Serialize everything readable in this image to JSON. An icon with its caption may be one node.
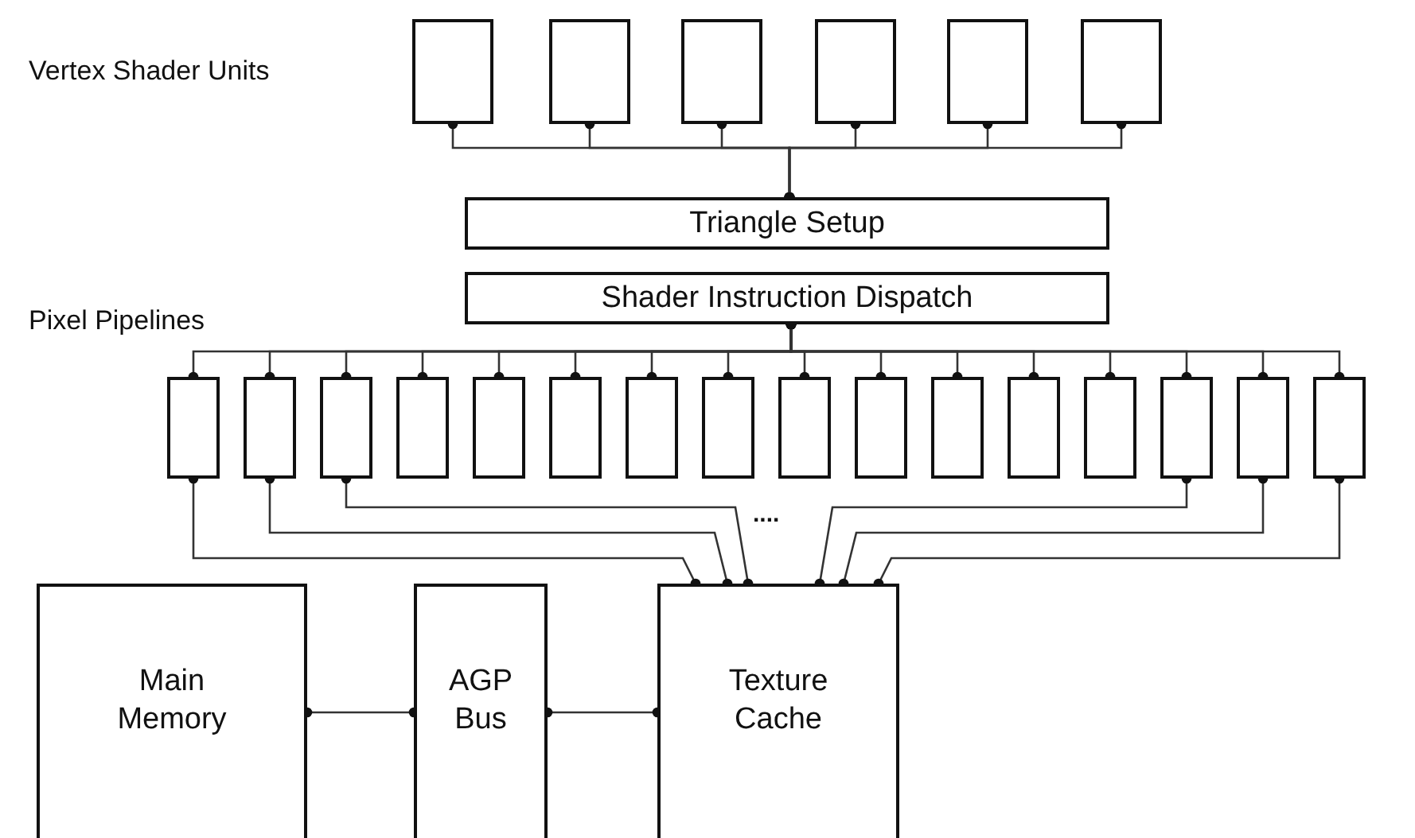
{
  "diagram": {
    "nodes": [
      {
        "text": [],
        "shape": "box"
      },
      {
        "text": [],
        "shape": "box"
      },
      {
        "text": [],
        "shape": "box"
      },
      {
        "text": [],
        "shape": "box"
      },
      {
        "text": [],
        "shape": "box"
      },
      {
        "text": [],
        "shape": "box"
      },
      {
        "text": [
          "Triangle Setup"
        ]
      },
      {
        "text": [
          "Shader Instruction Dispatch"
        ]
      },
      {
        "text": [],
        "shape": "box"
      },
      {
        "text": [],
        "shape": "box"
      },
      {
        "text": [],
        "shape": "box"
      },
      {
        "text": [],
        "shape": "box"
      },
      {
        "text": [],
        "shape": "box"
      },
      {
        "text": [],
        "shape": "box"
      },
      {
        "text": [],
        "shape": "box"
      },
      {
        "text": [],
        "shape": "box"
      },
      {
        "text": [],
        "shape": "box"
      },
      {
        "text": [],
        "shape": "box"
      },
      {
        "text": [],
        "shape": "box"
      },
      {
        "text": [],
        "shape": "box"
      },
      {
        "text": [],
        "shape": "box"
      },
      {
        "text": [],
        "shape": "box"
      },
      {
        "text": [],
        "shape": "box"
      },
      {
        "text": [],
        "shape": "box"
      },
      {
        "text": [
          "Main Memory"
        ]
      },
      {
        "text": [
          "AGP Bus"
        ]
      },
      {
        "text": [
          "Texture Cache"
        ]
      }
    ],
    "edges": [
      {
        "from": 0,
        "to": 6,
        "arrow": "other"
      },
      {
        "from": 1,
        "to": 6,
        "arrow": "other"
      },
      {
        "from": 2,
        "to": 6,
        "arrow": "other"
      },
      {
        "from": 3,
        "to": 6,
        "arrow": "other"
      },
      {
        "from": 4,
        "to": 6,
        "arrow": "other"
      },
      {
        "from": 5,
        "to": 6,
        "arrow": "other"
      },
      {
        "from": 7,
        "to": 8,
        "arrow": "other"
      },
      {
        "from": 7,
        "to": 9,
        "arrow": "other"
      },
      {
        "from": 7,
        "to": 10,
        "arrow": "other"
      },
      {
        "from": 7,
        "to": 11,
        "arrow": "other"
      },
      {
        "from": 7,
        "to": 12,
        "arrow": "other"
      },
      {
        "from": 7,
        "to": 13,
        "arrow": "other"
      },
      {
        "from": 7,
        "to": 14,
        "arrow": "other"
      },
      {
        "from": 7,
        "to": 15,
        "arrow": "other"
      },
      {
        "from": 7,
        "to": 16,
        "arrow": "other"
      },
      {
        "from": 7,
        "to": 17,
        "arrow": "other"
      },
      {
        "from": 7,
        "to": 18,
        "arrow": "other"
      },
      {
        "from": 7,
        "to": 19,
        "arrow": "other"
      },
      {
        "from": 7,
        "to": 20,
        "arrow": "other"
      },
      {
        "from": 7,
        "to": 21,
        "arrow": "other"
      },
      {
        "from": 7,
        "to": 22,
        "arrow": "other"
      },
      {
        "from": 7,
        "to": 23,
        "arrow": "other"
      },
      {
        "from": 8,
        "to": 26,
        "arrow": "other"
      },
      {
        "from": 9,
        "to": 26,
        "arrow": "other"
      },
      {
        "from": 10,
        "to": 26,
        "arrow": "other"
      },
      {
        "from": 21,
        "to": 26,
        "arrow": "other"
      },
      {
        "from": 22,
        "to": 26,
        "arrow": "other"
      },
      {
        "from": 23,
        "to": 26,
        "arrow": "other"
      },
      {
        "from": 24,
        "to": 25,
        "arrow": "other"
      },
      {
        "from": 25,
        "to": 26,
        "arrow": "other"
      }
    ],
    "labels": [
      "Vertex Shader Units",
      "Pixel Pipelines",
      "...."
    ]
  }
}
